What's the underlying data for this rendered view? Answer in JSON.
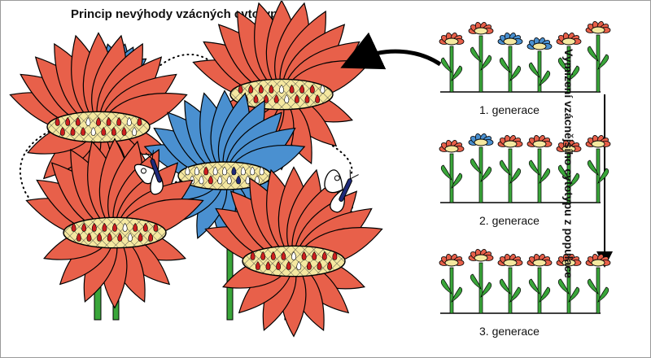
{
  "title": "Princip nevýhody vzácných cytotypů",
  "side_label": "Vymizení vzácnějšího cytotypu z populace",
  "generations": [
    {
      "label": "1. generace",
      "flowers": [
        "red",
        "red",
        "blue",
        "blue",
        "red",
        "red"
      ]
    },
    {
      "label": "2. generace",
      "flowers": [
        "red",
        "blue",
        "red",
        "red",
        "red",
        "red"
      ]
    },
    {
      "label": "3. generace",
      "flowers": [
        "red",
        "red",
        "red",
        "red",
        "red",
        "red"
      ]
    }
  ],
  "colors": {
    "red_petal": "#e8604a",
    "blue_petal": "#4a90d0",
    "center": "#f5e8a0",
    "seed_red": "#cc1f1f",
    "seed_white": "#ffffff",
    "seed_navy": "#1f2a7a",
    "stem": "#3aa63a",
    "outline": "#000000"
  }
}
